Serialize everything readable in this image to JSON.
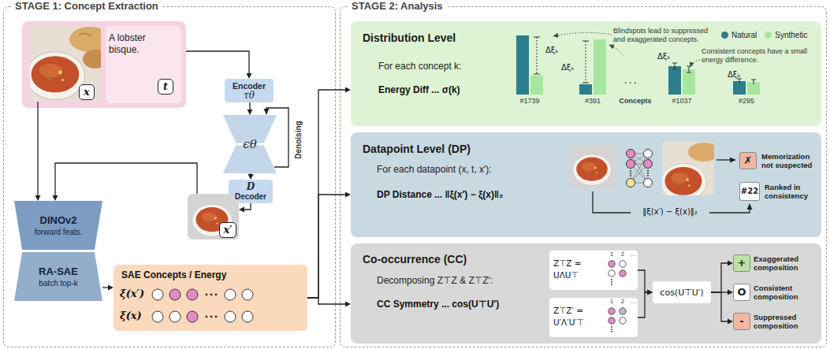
{
  "diagram": {
    "nodes": [
      {
        "text": [
          "STAGE 1: Concept Extraction"
        ]
      },
      {
        "text": [
          "A lobster bisque.",
          "t"
        ],
        "in": 0
      },
      {
        "text": [
          "x"
        ],
        "in": 1
      },
      {
        "text": [
          "Encoder",
          "τθ"
        ],
        "in": 0
      },
      {
        "text": [
          "ϵθ"
        ],
        "in": 0
      },
      {
        "text": [
          "D",
          "Decoder"
        ],
        "in": 0
      },
      {
        "text": [
          "x′"
        ],
        "in": 0
      },
      {
        "text": [
          "DINOv2",
          "forward feats."
        ],
        "in": 0
      },
      {
        "text": [
          "RA-SAE",
          "batch top-k"
        ],
        "in": 0
      },
      {
        "text": [
          "SAE Concepts / Energy",
          "ξ(x′)",
          "ξ(x)"
        ],
        "in": 0
      },
      {
        "text": [
          "STAGE 2: Analysis"
        ]
      },
      {
        "text": [
          "Distribution Level",
          "For each concept k:",
          "Energy Diff ... σ(k)"
        ],
        "in": 10
      },
      {
        "text": [
          "Datapoint Level (DP)",
          "For each datapoint (x, t, x′):",
          "DP Distance ... ‖ξ(x′) − ξ(x)‖₂"
        ],
        "in": 10
      },
      {
        "text": [
          "✗",
          "Memorization not suspected"
        ],
        "in": 12
      },
      {
        "text": [
          "#22",
          "Ranked in consistency"
        ],
        "in": 12
      },
      {
        "text": [
          "Co-occurrence (CC)",
          "Decomposing Z⊤Z & Z⊤Z′:",
          "CC Symmetry ... cos(U⊤U′)"
        ],
        "in": 10
      },
      {
        "text": [
          "Z⊤Z = UΛU⊤"
        ],
        "in": 15
      },
      {
        "text": [
          "Z⊤Z′ = U′Λ′U′⊤"
        ],
        "in": 15
      },
      {
        "text": [
          "cos(U⊤U′)"
        ],
        "in": 15
      },
      {
        "text": [
          "+",
          "Exaggerated composition"
        ],
        "in": 15
      },
      {
        "text": [
          "O",
          "Consistent composition"
        ],
        "in": 15
      },
      {
        "text": [
          "-",
          "Suppressed composition"
        ],
        "in": 15
      }
    ],
    "edges": [
      {
        "from": 1,
        "to": 3,
        "arrow": "to"
      },
      {
        "from": 3,
        "to": 4,
        "arrow": "to"
      },
      {
        "from": 4,
        "to": 5,
        "arrow": "to"
      },
      {
        "from": 5,
        "to": 6,
        "arrow": "to"
      },
      {
        "from": 2,
        "to": 7,
        "arrow": "to"
      },
      {
        "from": 6,
        "to": 7,
        "arrow": "to"
      },
      {
        "from": 8,
        "to": 9,
        "arrow": "to"
      },
      {
        "from": 9,
        "to": 11,
        "arrow": "to"
      },
      {
        "from": 9,
        "to": 12,
        "arrow": "to"
      },
      {
        "from": 9,
        "to": 15,
        "arrow": "to"
      },
      {
        "from": 16,
        "to": 18,
        "arrow": "to"
      },
      {
        "from": 17,
        "to": 18,
        "arrow": "to"
      },
      {
        "from": 18,
        "to": 19,
        "arrow": "to"
      },
      {
        "from": 18,
        "to": 20,
        "arrow": "to"
      },
      {
        "from": 18,
        "to": 21,
        "arrow": "to"
      }
    ],
    "labels": [
      "Denoising",
      "Δξₖ",
      "Δξₖ",
      "Δξₖ",
      "Δξₖ",
      "#1739",
      "#391",
      "· · ·",
      "#1037",
      "#295",
      "Concepts",
      "Blindspots lead to suppressed and exaggerated concepts.",
      "Consistent concepts have a small energy difference.",
      "‖ξ(x′) − ξ(x)‖₂",
      "1",
      "2",
      "…",
      "1",
      "2",
      "…"
    ],
    "legend": [
      {
        "text": "Natural",
        "color": "#2e7d8c"
      },
      {
        "text": "Synthetic",
        "color": "#a8e6a0"
      }
    ]
  }
}
